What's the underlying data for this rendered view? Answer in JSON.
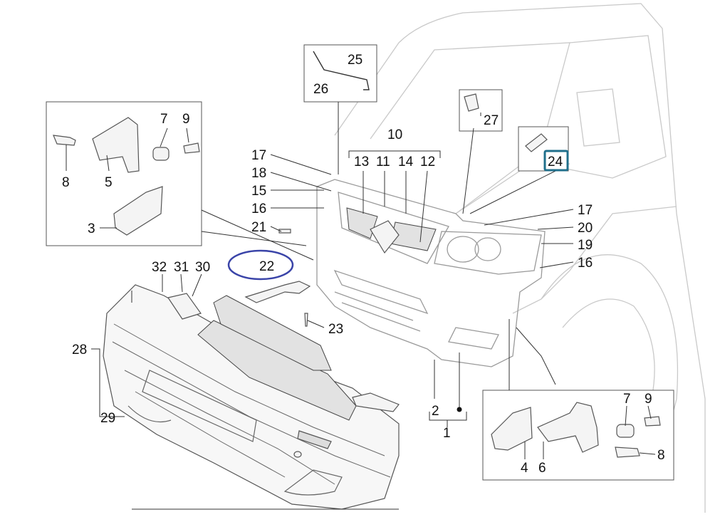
{
  "diagram": {
    "callouts": [
      {
        "id": "c25",
        "text": "25"
      },
      {
        "id": "c26",
        "text": "26"
      },
      {
        "id": "c27",
        "text": "27"
      },
      {
        "id": "c24",
        "text": "24",
        "highlight": true
      },
      {
        "id": "c10",
        "text": "10"
      },
      {
        "id": "c13",
        "text": "13"
      },
      {
        "id": "c11",
        "text": "11"
      },
      {
        "id": "c14",
        "text": "14"
      },
      {
        "id": "c12",
        "text": "12"
      },
      {
        "id": "c17a",
        "text": "17"
      },
      {
        "id": "c18",
        "text": "18"
      },
      {
        "id": "c15",
        "text": "15"
      },
      {
        "id": "c16a",
        "text": "16"
      },
      {
        "id": "c21",
        "text": "21"
      },
      {
        "id": "c22",
        "text": "22",
        "circled": true
      },
      {
        "id": "c17b",
        "text": "17"
      },
      {
        "id": "c20",
        "text": "20"
      },
      {
        "id": "c19",
        "text": "19"
      },
      {
        "id": "c16b",
        "text": "16"
      },
      {
        "id": "c7a",
        "text": "7"
      },
      {
        "id": "c9a",
        "text": "9"
      },
      {
        "id": "c8a",
        "text": "8"
      },
      {
        "id": "c5",
        "text": "5"
      },
      {
        "id": "c3",
        "text": "3"
      },
      {
        "id": "c32",
        "text": "32"
      },
      {
        "id": "c31",
        "text": "31"
      },
      {
        "id": "c30",
        "text": "30"
      },
      {
        "id": "c23",
        "text": "23"
      },
      {
        "id": "c28",
        "text": "28"
      },
      {
        "id": "c29",
        "text": "29"
      },
      {
        "id": "c2",
        "text": "2"
      },
      {
        "id": "c1",
        "text": "1"
      },
      {
        "id": "c7b",
        "text": "7"
      },
      {
        "id": "c9b",
        "text": "9"
      },
      {
        "id": "c8b",
        "text": "8"
      },
      {
        "id": "c4",
        "text": "4"
      },
      {
        "id": "c6",
        "text": "6"
      }
    ],
    "colors": {
      "highlight_box": "#1f6f8b",
      "circle_marker": "#3a44a8",
      "ghost_lines": "#c9c9c9",
      "part_outline": "#555555"
    }
  }
}
